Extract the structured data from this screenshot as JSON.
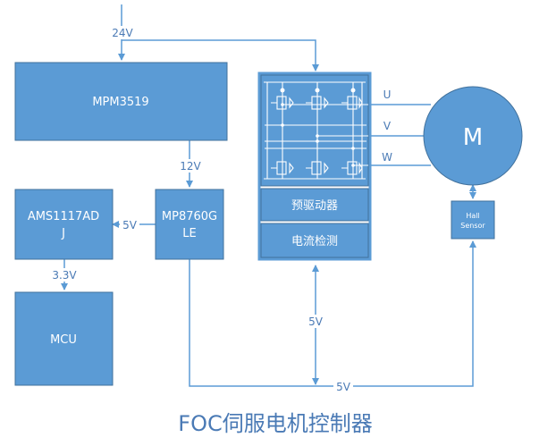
{
  "title": "FOC伺服电机控制器",
  "blocks": {
    "mpm3519": "MPM3519",
    "ams1117_line1": "AMS1117AD",
    "ams1117_line2": "J",
    "mp8760_line1": "MP8760G",
    "mp8760_line2": "LE",
    "mcu": "MCU",
    "predriver": "预驱动器",
    "current_sense": "电流检测",
    "motor": "M",
    "hall_line1": "Hall",
    "hall_line2": "Sensor"
  },
  "labels": {
    "input_24v": "24V",
    "rail_12v": "12V",
    "rail_5v_ams": "5V",
    "rail_3v3": "3.3V",
    "rail_5v_vertical": "5V",
    "rail_5v_bottom": "5V",
    "phase_u": "U",
    "phase_v": "V",
    "phase_w": "W"
  },
  "colors": {
    "block_fill": "#5b9bd5",
    "block_border": "#41719c",
    "wire": "#5b9bd5",
    "label_text": "#4a7ab5",
    "inverter_frame": "#5b9bd5"
  }
}
